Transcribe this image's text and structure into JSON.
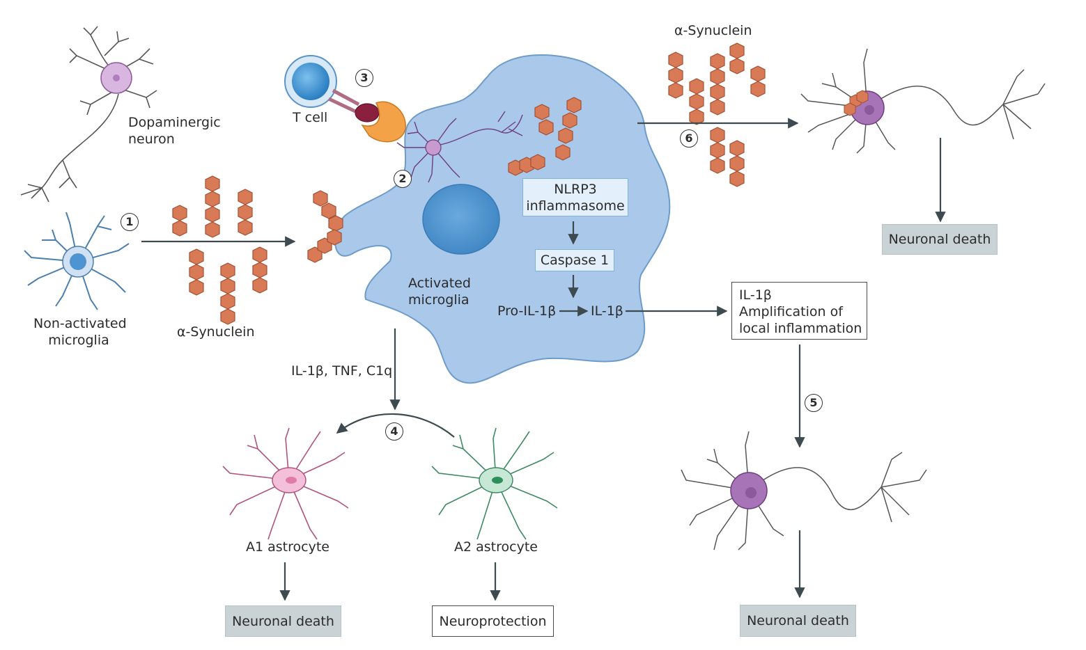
{
  "labels": {
    "dopaminergic_neuron": "Dopaminergic\nneuron",
    "non_activated_microglia": "Non-activated\nmicroglia",
    "alpha_synuclein_left": "α-Synuclein",
    "alpha_synuclein_top": "α-Synuclein",
    "t_cell": "T cell",
    "activated_microglia": "Activated\nmicroglia",
    "pro_il1b": "Pro-IL-1β",
    "il1b": "IL-1β",
    "cytokines": "IL-1β, TNF, C1q",
    "a1_astrocyte": "A1 astrocyte",
    "a2_astrocyte": "A2 astrocyte"
  },
  "boxes": {
    "nlrp3": "NLRP3\ninflammasome",
    "caspase1": "Caspase 1",
    "il1b_amplification": "IL-1β\nAmplification of\nlocal inflammation",
    "neuronal_death_top_right": "Neuronal death",
    "neuronal_death_a1": "Neuronal death",
    "neuroprotection": "Neuroprotection",
    "neuronal_death_bottom_right": "Neuronal death"
  },
  "steps": [
    "1",
    "2",
    "3",
    "4",
    "5",
    "6"
  ],
  "colors": {
    "microglia_fill": "#a9c8ea",
    "microglia_nucleus": "#4e94d0",
    "synuclein": "#d97a57",
    "neuron": "#c79ad0",
    "a1_astrocyte": "#e8a8c8",
    "a2_astrocyte": "#9ccfb2",
    "arrow": "#3d4a50"
  }
}
